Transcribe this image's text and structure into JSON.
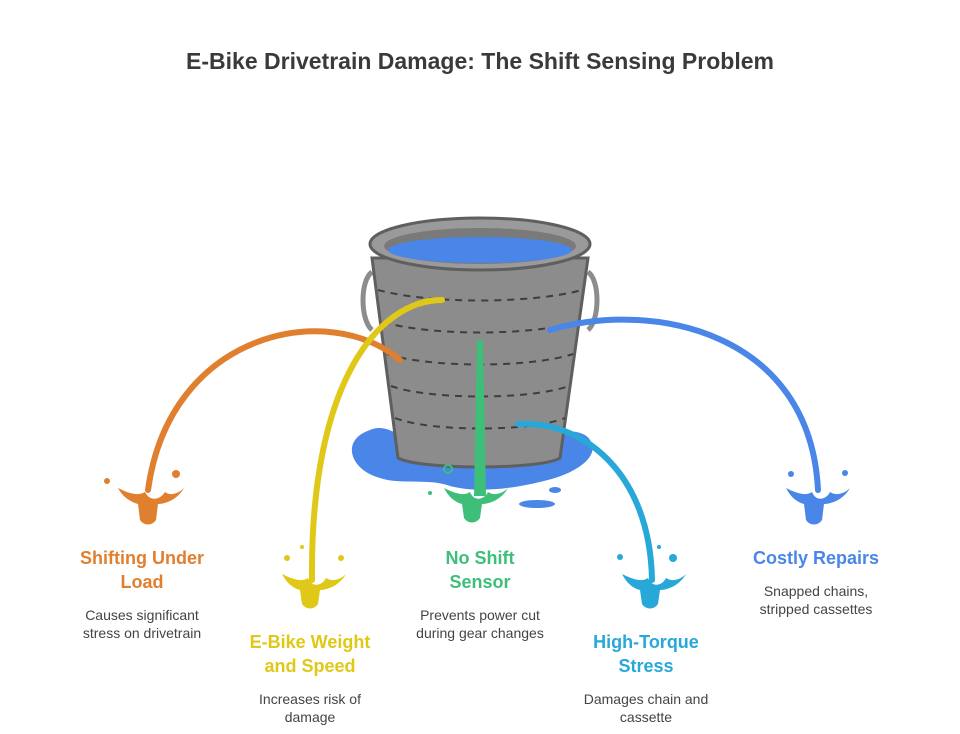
{
  "title": "E-Bike Drivetrain Damage: The Shift Sensing Problem",
  "colors": {
    "bucket_body": "#8c8c8c",
    "bucket_outline": "#5f5f5f",
    "water": "#4a86e8"
  },
  "items": [
    {
      "label_line1": "Shifting Under",
      "label_line2": "Load",
      "desc_line1": "Causes significant",
      "desc_line2": "stress on drivetrain",
      "color": "#e07f2e"
    },
    {
      "label_line1": "E-Bike Weight",
      "label_line2": "and Speed",
      "desc_line1": "Increases risk of",
      "desc_line2": "damage",
      "color": "#e0c818"
    },
    {
      "label_line1": "No Shift",
      "label_line2": "Sensor",
      "desc_line1": "Prevents power cut",
      "desc_line2": "during gear changes",
      "color": "#3dbf7a"
    },
    {
      "label_line1": "High-Torque",
      "label_line2": "Stress",
      "desc_line1": "Damages chain and",
      "desc_line2": "cassette",
      "color": "#27a8d8"
    },
    {
      "label_line1": "Costly Repairs",
      "label_line2": "",
      "desc_line1": "Snapped chains,",
      "desc_line2": "stripped cassettes",
      "color": "#4a86e8"
    }
  ]
}
